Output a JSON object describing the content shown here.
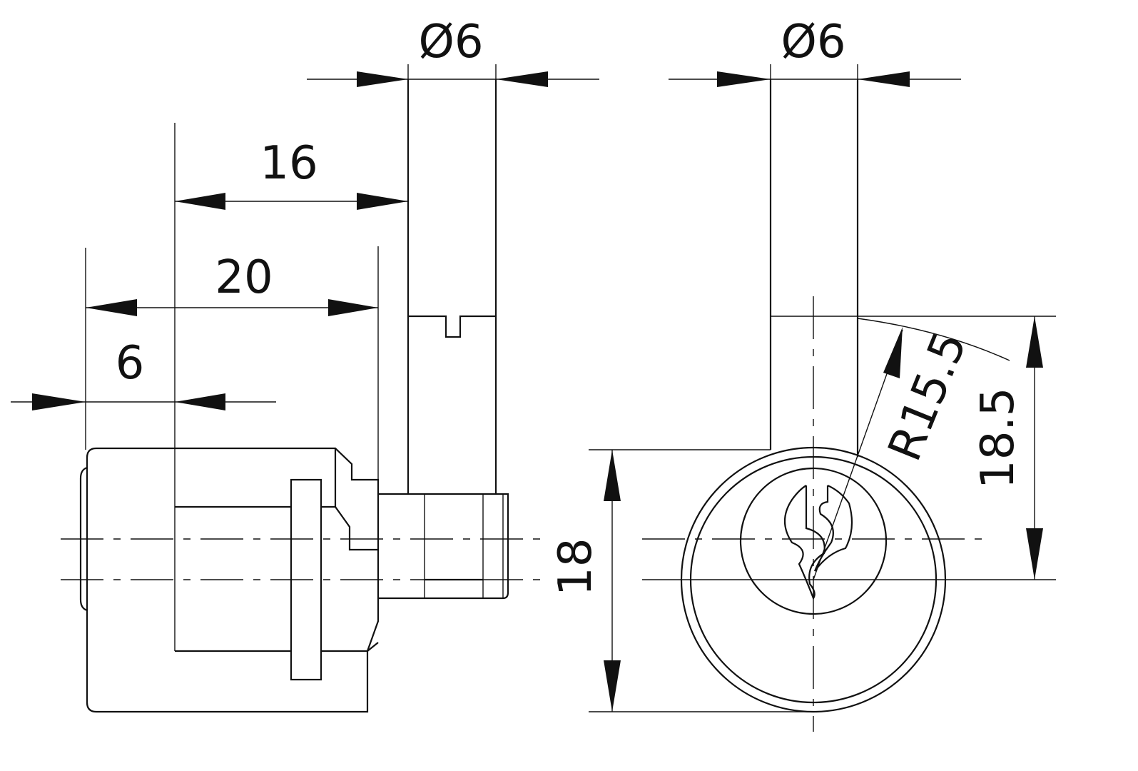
{
  "drawing": {
    "side_view": {
      "diameter_label": "Ø6",
      "dim_16": "16",
      "dim_20": "20",
      "dim_6": "6"
    },
    "front_view": {
      "diameter_label": "Ø6",
      "radius_label": "R15.5",
      "dim_18": "18",
      "dim_18_5": "18.5"
    },
    "line_color": "#111111"
  }
}
